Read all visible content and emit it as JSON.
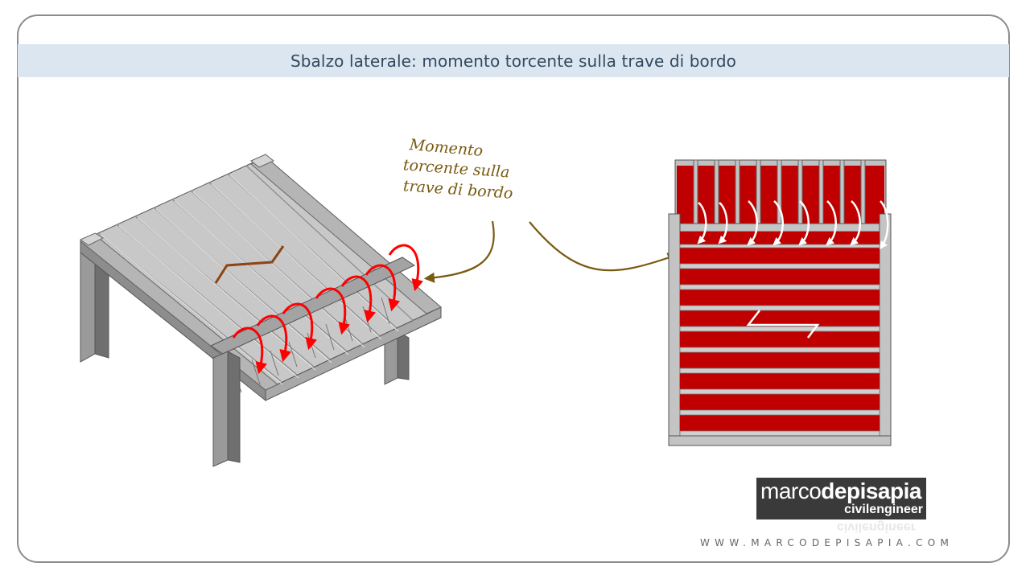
{
  "slide": {
    "title": "Sbalzo laterale: momento torcente sulla trave di bordo",
    "annotation": [
      "Momento",
      "torcente sulla",
      "trave di bordo"
    ],
    "logo": {
      "name_light": "marco",
      "name_bold": "depisapia",
      "subtitle": "civilengineer"
    },
    "website": "WWW.MARCODEPISAPIA.COM"
  },
  "colors": {
    "frame": "#8c8c8c",
    "title_band": "#dbe6f1",
    "concrete_light": "#bdbdbd",
    "concrete_dark": "#7a7a7a",
    "slab_red": "#c00000",
    "torsion_arrow": "#ff0000",
    "leader": "#7a5a10"
  }
}
